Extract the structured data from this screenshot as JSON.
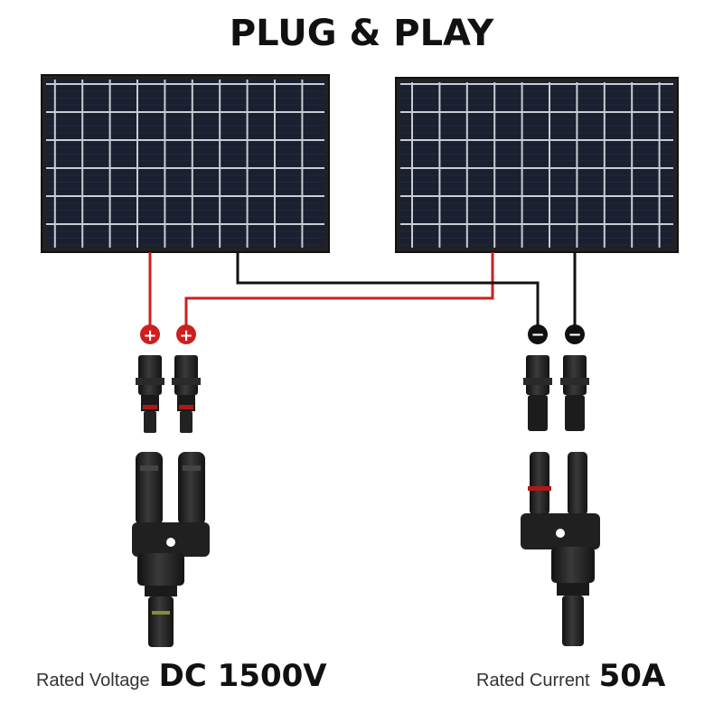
{
  "title": "PLUG & PLAY",
  "colors": {
    "positive": "#cc1f1f",
    "negative": "#111111",
    "panel_frame": "#2a2a2a",
    "panel_cell": "#1c2230",
    "connector": "#1e1e1e"
  },
  "terminals": {
    "positive_symbol": "+",
    "negative_symbol": "−"
  },
  "specs": [
    {
      "label": "Rated Voltage",
      "value": "DC 1500V"
    },
    {
      "label": "Rated Current",
      "value": "50A"
    }
  ]
}
